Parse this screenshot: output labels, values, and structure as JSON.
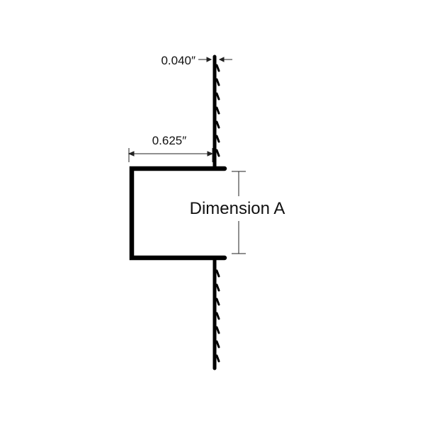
{
  "diagram": {
    "labels": {
      "thickness": "0.040″",
      "flange_width": "0.625″",
      "dimension_a": "Dimension A"
    },
    "colors": {
      "profile": "#000000",
      "dimension_lines": "#222222",
      "background": "#ffffff"
    }
  }
}
